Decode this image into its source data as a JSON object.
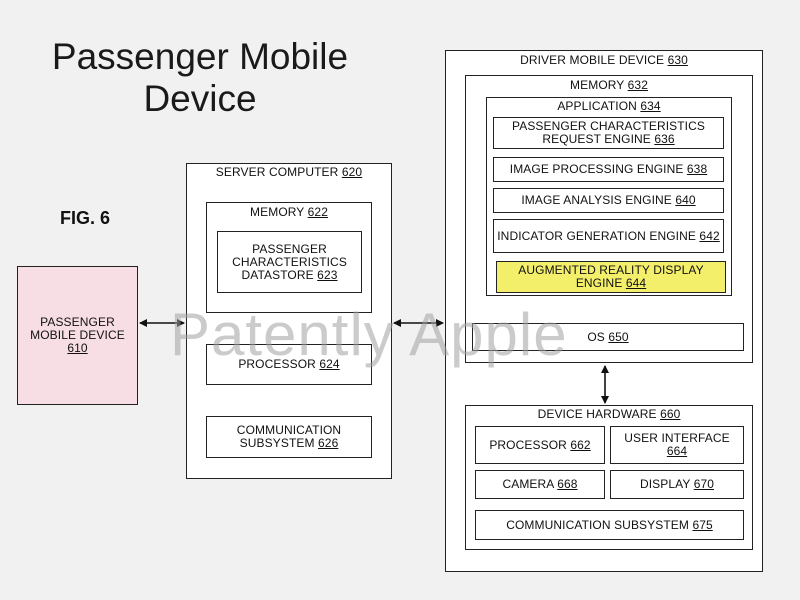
{
  "headline": {
    "line1": "Passenger Mobile",
    "line2": "Device"
  },
  "figure_label": "FIG. 6",
  "watermark": "Patently Apple",
  "passenger_device": {
    "name": "PASSENGER MOBILE DEVICE",
    "ref": "610",
    "fill": "#f7dde4"
  },
  "server": {
    "title": "SERVER COMPUTER",
    "ref": "620",
    "memory": {
      "title": "MEMORY",
      "ref": "622",
      "datastore": {
        "name": "PASSENGER CHARACTERISTICS DATASTORE",
        "ref": "623"
      }
    },
    "processor": {
      "name": "PROCESSOR",
      "ref": "624"
    },
    "comm": {
      "name": "COMMUNICATION SUBSYSTEM",
      "ref": "626"
    }
  },
  "driver": {
    "title": "DRIVER MOBILE DEVICE",
    "ref": "630",
    "memory": {
      "title": "MEMORY",
      "ref": "632",
      "application": {
        "title": "APPLICATION",
        "ref": "634",
        "engines": [
          {
            "name": "PASSENGER CHARACTERISTICS REQUEST ENGINE",
            "ref": "636",
            "highlight": false
          },
          {
            "name": "IMAGE PROCESSING ENGINE",
            "ref": "638",
            "highlight": false
          },
          {
            "name": "IMAGE ANALYSIS ENGINE",
            "ref": "640",
            "highlight": false
          },
          {
            "name": "INDICATOR GENERATION ENGINE",
            "ref": "642",
            "highlight": false
          },
          {
            "name": "AUGMENTED REALITY DISPLAY ENGINE",
            "ref": "644",
            "highlight": true
          }
        ]
      },
      "os": {
        "name": "OS",
        "ref": "650"
      }
    },
    "hardware": {
      "title": "DEVICE HARDWARE",
      "ref": "660",
      "processor": {
        "name": "PROCESSOR",
        "ref": "662"
      },
      "ui": {
        "name": "USER INTERFACE",
        "ref": "664"
      },
      "camera": {
        "name": "CAMERA",
        "ref": "668"
      },
      "display": {
        "name": "DISPLAY",
        "ref": "670"
      },
      "comm": {
        "name": "COMMUNICATION SUBSYSTEM",
        "ref": "675"
      }
    }
  },
  "highlight_color": "#f4ef6b"
}
